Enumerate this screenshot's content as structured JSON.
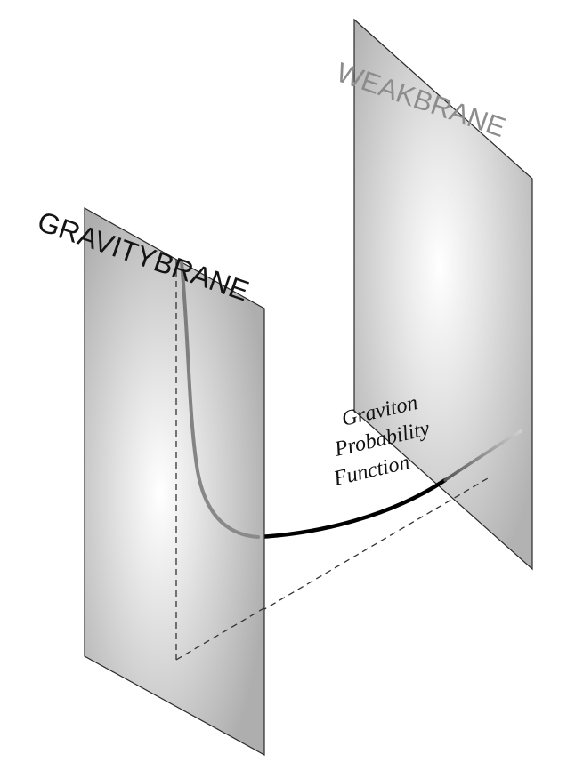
{
  "labels": {
    "weakbrane": "WEAKBRANE",
    "gravitybrane": "GRAVITYBRANE",
    "function_line1": "Graviton",
    "function_line2": "Probability",
    "function_line3": "Function"
  },
  "colors": {
    "background": "#ffffff",
    "brane_edge": "#2a2a2a",
    "brane_center": "#ffffff",
    "brane_outer": "#b4b4b4",
    "weakbrane_text": "#8c8c8c",
    "gravitybrane_text": "#141414",
    "curve_dark": "#000000",
    "curve_light": "#8a8a8a",
    "dashed_line": "#333333"
  }
}
